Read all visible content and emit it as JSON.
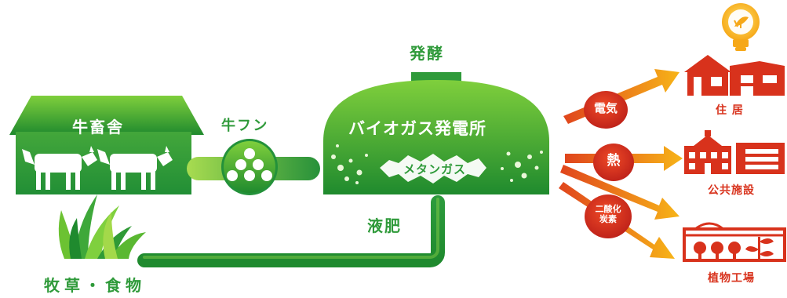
{
  "barn": {
    "label": "牛畜舎"
  },
  "manure": {
    "label": "牛フン"
  },
  "ferment": {
    "label": "発酵"
  },
  "plant": {
    "label": "バイオガス発電所",
    "gas_label": "メタンガス"
  },
  "liquid_fertilizer": {
    "label": "液肥"
  },
  "pasture": {
    "label": "牧草・食物"
  },
  "outputs": [
    {
      "label": "電気",
      "destination": "住 居"
    },
    {
      "label": "熱",
      "destination": "公共施設"
    },
    {
      "label": "二酸化\n炭素",
      "destination": "植物工場"
    }
  ],
  "colors": {
    "green_dark": "#1f8a2e",
    "green_light": "#7ccc3a",
    "red": "#d8321c",
    "orange": "#f7a21b"
  }
}
